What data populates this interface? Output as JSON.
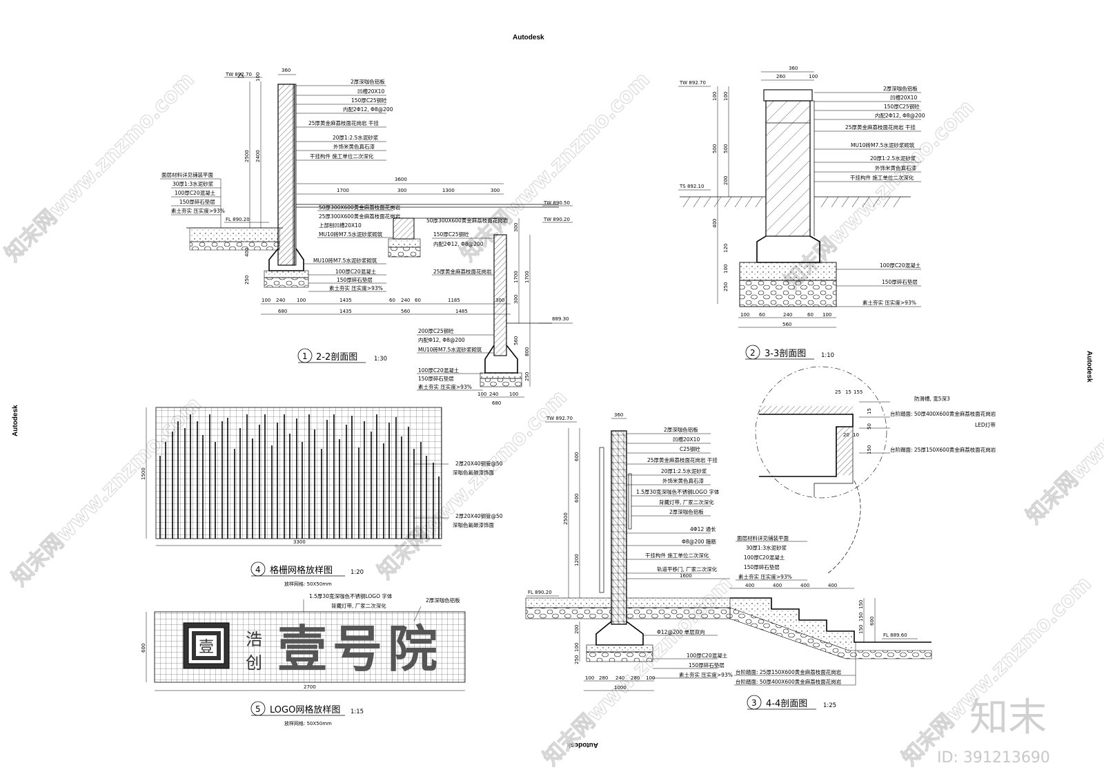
{
  "brand_marks": {
    "top": "Autodesk",
    "left": "Autodesk",
    "right": "Autodesk",
    "bottom": "Autodesk"
  },
  "watermark": {
    "site": "知末网www.znzmo.com",
    "logo": "知末",
    "id_label": "ID: 391213690"
  },
  "section1": {
    "number": "1",
    "title": "2-2剖面图",
    "scale": "1:30",
    "levels": {
      "tw": "TW 892.70",
      "fl": "FL 890.20",
      "tw2": "TW 890.50",
      "tw3": "TW 890.20",
      "ref": "889.30"
    },
    "notes_right": [
      "2厚深咖色铝板",
      "凹槽20X10",
      "150厚C25钢砼",
      "内配2Φ12, Φ8@200",
      "25厚黄金麻荔枝面花岗岩 干挂",
      "20厚1:2.5水泥砂浆",
      "外饰米黄色真石漆",
      "干挂构件 施工单位二次深化"
    ],
    "notes_left": [
      "面层材料详见铺装平面",
      "30厚1:3水泥砂浆",
      "100厚C20混凝土",
      "150厚碎石垫层",
      "素土夯实 压实度>93%"
    ],
    "notes_mid": [
      "50厚300X600黄金麻荔枝面花岗岩",
      "25厚300X600黄金麻荔枝面花岗岩",
      "上部刨凹槽20X10",
      "MU10砖M7.5水泥砂浆砌筑"
    ],
    "notes_foot": [
      "MU10砖M7.5水泥砂浆砌筑",
      "100厚C20混凝土",
      "150厚碎石垫层",
      "素土夯实 压实度>93%"
    ],
    "notes_right2": [
      "50厚300X600黄金麻荔枝面花岗岩",
      "150厚C25钢砼",
      "内配2Φ12, Φ8@200",
      "25厚黄金麻荔枝面花岗岩",
      "200厚C25钢砼",
      "内配Φ12, Φ8@200",
      "MU10砖M7.5水泥砂浆砌筑",
      "100厚C20混凝土",
      "150厚碎石垫层",
      "素土夯实 压实度>93%"
    ],
    "dims_top": [
      "360",
      "3600",
      "1700",
      "300",
      "1300",
      "300"
    ],
    "dims_v": [
      "100",
      "2500",
      "2400",
      "400",
      "250",
      "300",
      "1700",
      "1700",
      "300",
      "560",
      "800",
      "250"
    ],
    "dims_bottom_a": [
      "100",
      "240",
      "100",
      "1435",
      "60",
      "240",
      "60",
      "1185",
      "300"
    ],
    "dims_bottom_b": [
      "680",
      "1435",
      "560",
      "1485"
    ],
    "dims_bottom_c": [
      "100",
      "240",
      "100",
      "680"
    ]
  },
  "section2": {
    "number": "2",
    "title": "3-3剖面图",
    "scale": "1:10",
    "levels": {
      "tw": "TW 892.70",
      "ts": "TS 892.10"
    },
    "notes": [
      "2厚深咖色铝板",
      "凹槽20X10",
      "150厚C25钢砼",
      "内配2Φ12, Φ8@200",
      "25厚黄金麻荔枝面花岗岩 干挂",
      "MU10砖M7.5水泥砂浆砌筑",
      "20厚1:2.5水泥砂浆",
      "外饰米黄色真石漆",
      "干挂构件 施工单位二次深化"
    ],
    "notes_base": [
      "100厚C20混凝土",
      "150厚碎石垫层",
      "素土夯实 压实度>93%"
    ],
    "dims_top": [
      "360",
      "260",
      "100"
    ],
    "dims_v": [
      "100",
      "100",
      "500",
      "500",
      "200",
      "400",
      "120",
      "100",
      "250"
    ],
    "dims_bottom": [
      "100",
      "60",
      "240",
      "60",
      "100",
      "560"
    ]
  },
  "section3": {
    "number": "3",
    "title": "4-4剖面图",
    "scale": "1:25",
    "levels": {
      "tw": "TW 892.70",
      "fl": "FL 890.20",
      "fl2": "FL 889.60"
    },
    "notes": [
      "2厚深咖色铝板",
      "凹槽20X10",
      "C25钢砼",
      "25厚黄金麻荔枝面花岗岩 干挂",
      "20厚1:2.5水泥砂浆",
      "外饰米黄色真石漆",
      "1.5厚30宽深咖色不锈钢LOGO 字体",
      "背藏灯带, 厂家二次深化",
      "2厚深咖色铝板",
      "4Φ12 通长",
      "Φ8@200 箍筋",
      "干挂构件 施工单位二次深化",
      "轨道平移门, 厂家二次深化"
    ],
    "notes_pave": [
      "面层材料详见铺装平面",
      "30厚1:3水泥砂浆",
      "100厚C20混凝土",
      "150厚碎石垫层",
      "素土夯实 压实度>93%"
    ],
    "notes_base": [
      "Φ12@200 单层双向",
      "100厚C20混凝土",
      "150厚碎石垫层",
      "素土夯实 压实度>93%"
    ],
    "notes_step": [
      "台阶踏面: 25厚150X600黄金麻荔枝面花岗岩",
      "台阶踏面: 50厚400X600黄金麻荔枝面花岗岩"
    ],
    "detail_notes": [
      "防滑槽, 宽5深3",
      "台阶踏面: 50厚400X600黄金麻荔枝面花岗岩",
      "LED灯带",
      "台阶踢面: 25厚150X600黄金麻荔枝面花岗岩"
    ],
    "detail_dims": [
      "25",
      "15",
      "15",
      "5",
      "15",
      "20",
      "10",
      "50",
      "150"
    ],
    "dims_top": [
      "360"
    ],
    "dims_v": [
      "600",
      "600",
      "2500",
      "1200",
      "200",
      "100",
      "250",
      "150",
      "150",
      "150",
      "600"
    ],
    "dims_h": [
      "1600",
      "400",
      "400",
      "400",
      "400"
    ],
    "dims_bottom": [
      "100",
      "280",
      "240",
      "280",
      "100",
      "1000"
    ]
  },
  "section4": {
    "number": "4",
    "title": "格栅网格放样图",
    "scale": "1:20",
    "grid_note": "放样网格: 50X50mm",
    "notes": [
      "2厚20X40钢管@50",
      "深咖色氟碳漆饰面",
      "2厚20X40钢管@50",
      "深咖色氟碳漆饰面"
    ],
    "dim_w": "3300",
    "dim_h": "1500"
  },
  "section5": {
    "number": "5",
    "title": "LOGO网格放样图",
    "scale": "1:15",
    "grid_note": "放样网格: 50X50mm",
    "notes": [
      "1.5厚30宽深咖色不锈钢LOGO 字体",
      "背藏灯带, 厂家二次深化",
      "2厚深咖色铝板"
    ],
    "logo_small": [
      "浩",
      "创"
    ],
    "logo_big": "壹号院",
    "logo_seal": "壹",
    "dim_w": "2700",
    "dim_h": "600"
  }
}
